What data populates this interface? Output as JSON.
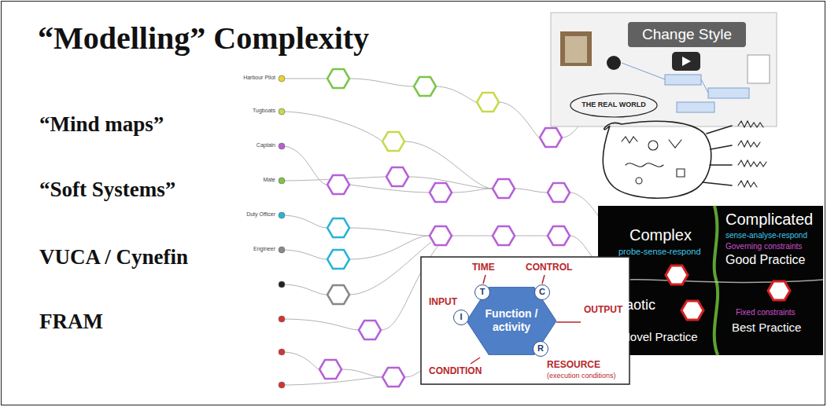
{
  "diagram": {
    "title": "“Modelling” Complexity",
    "nodes": [
      {
        "text": [
          "Function / activity"
        ]
      },
      {
        "text": [
          "T"
        ]
      },
      {
        "text": [
          "C"
        ]
      },
      {
        "text": [
          "I"
        ]
      },
      {
        "text": [
          "R"
        ]
      }
    ],
    "labels": [
      "“Mind maps”",
      "“Soft Systems”",
      "VUCA / Cynefin",
      "FRAM",
      "Harbour Pilot",
      "Tugboats",
      "Captain",
      "Mate",
      "Duty Officer",
      "Engineer",
      "Change Style",
      "THE REAL WORLD",
      "Complex",
      "probe-sense-respond",
      "Complicated",
      "sense-analyse-respond",
      "Governing constraints",
      "Good Practice",
      "Chaotic",
      "Novel Practice",
      "Best Practice",
      "Fixed constraints",
      "TIME",
      "CONTROL",
      "INPUT",
      "OUTPUT",
      "CONDITION",
      "RESOURCE",
      "(execution conditions)"
    ]
  }
}
